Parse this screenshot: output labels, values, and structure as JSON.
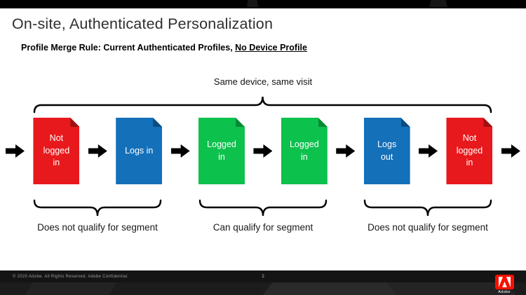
{
  "slide": {
    "title": "On-site, Authenticated Personalization",
    "merge_rule": {
      "label": "Profile Merge Rule:",
      "value": " Current Authenticated Profiles, ",
      "underlined": "No Device Profile"
    },
    "top_brace_label": "Same device, same visit",
    "flow": {
      "arrow_icon": "right-arrow",
      "arrow_color": "#000000",
      "boxes": [
        {
          "label": "Not logged in",
          "color": "#e8191c",
          "fold_color": "#9f1013"
        },
        {
          "label": "Logs in",
          "color": "#1470b9",
          "fold_color": "#0b4c80"
        },
        {
          "label": "Logged in",
          "color": "#0dc14d",
          "fold_color": "#078a36"
        },
        {
          "label": "Logged in",
          "color": "#0dc14d",
          "fold_color": "#078a36"
        },
        {
          "label": "Logs out",
          "color": "#1470b9",
          "fold_color": "#0b4c80"
        },
        {
          "label": "Not logged in",
          "color": "#e8191c",
          "fold_color": "#9f1013"
        }
      ]
    },
    "segments": [
      {
        "label": "Does not qualify for segment"
      },
      {
        "label": "Can qualify for segment"
      },
      {
        "label": "Does not qualify for segment"
      }
    ]
  },
  "footer": {
    "copyright": "© 2020 Adobe.  All Rights Reserved.  Adobe Confidential.",
    "page_number": "2",
    "logo_label": "Adobe",
    "logo_color": "#fa0f00"
  }
}
